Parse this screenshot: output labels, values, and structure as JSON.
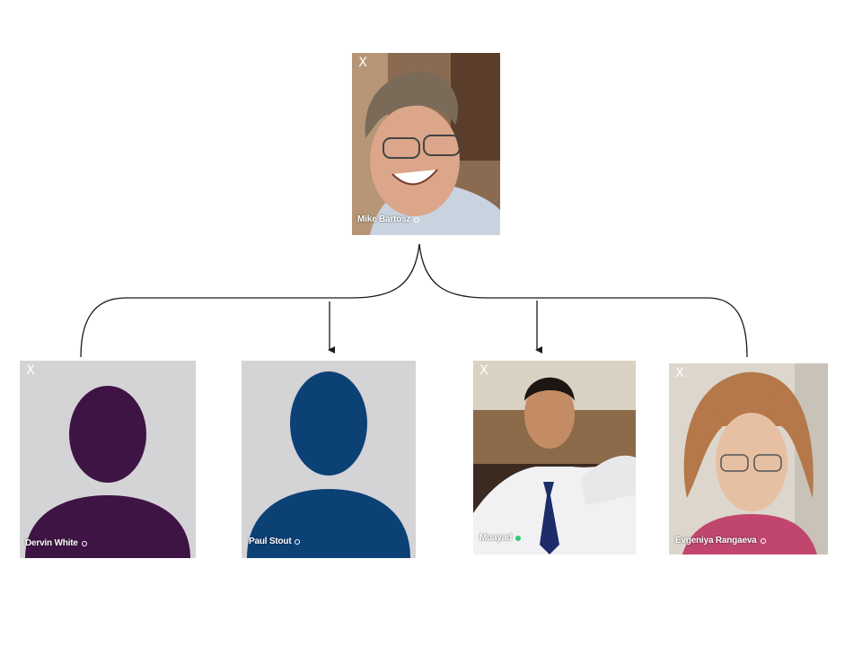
{
  "org_chart": {
    "manager": {
      "name": "Mike Bartosz",
      "status": "offline",
      "close_label": "X"
    },
    "reports": [
      {
        "name": "Dervin White",
        "status": "offline",
        "close_label": "X",
        "avatar": "default-avatar",
        "avatar_color": "#3e1444"
      },
      {
        "name": "Paul Stout",
        "status": "offline",
        "close_label": "",
        "avatar": "default-avatar",
        "avatar_color": "#0c4176"
      },
      {
        "name": "Muayad",
        "status": "online",
        "close_label": "X",
        "avatar": "photo"
      },
      {
        "name": "Evgeniya Rangaeva",
        "status": "offline",
        "close_label": "X",
        "avatar": "photo"
      }
    ]
  },
  "colors": {
    "placeholder_background": "#d4d3d6",
    "connector_line": "#1a1a1a",
    "online_status": "#2ecc71"
  }
}
